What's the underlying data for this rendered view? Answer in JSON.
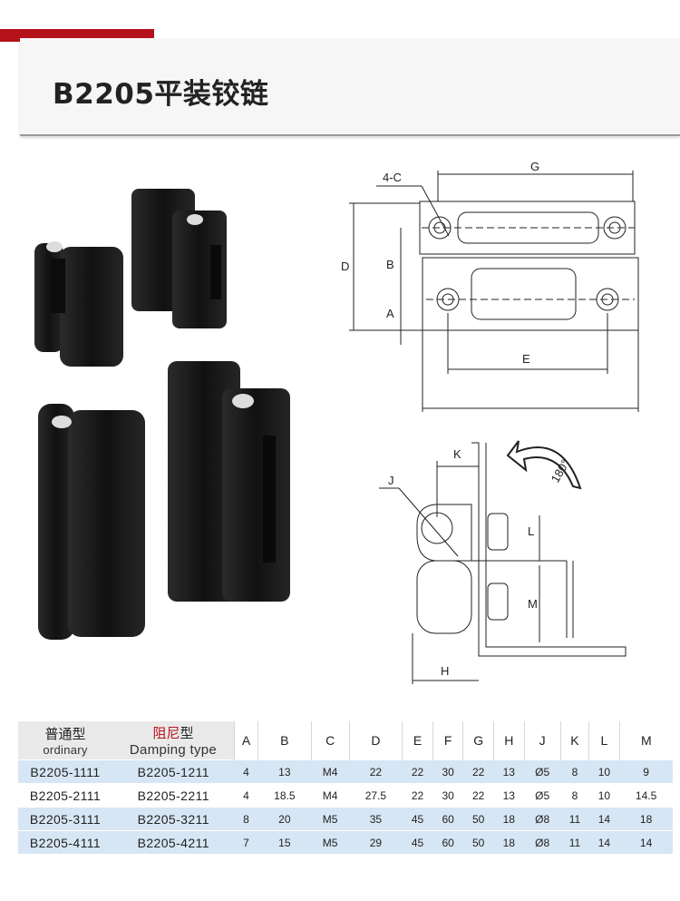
{
  "header": {
    "title": "B2205平装铰链"
  },
  "drawing": {
    "labels": {
      "g": "G",
      "four_c": "4-C",
      "d": "D",
      "b": "B",
      "a": "A",
      "e": "E",
      "k": "K",
      "j": "J",
      "l": "L",
      "m": "M",
      "h": "H",
      "rotation": "180°"
    }
  },
  "table": {
    "ordinary_cn": "普通型",
    "ordinary_en": "ordinary",
    "damping_cn_hl": "阻尼",
    "damping_cn_rest": "型",
    "damping_en": "Damping type",
    "columns": [
      "A",
      "B",
      "C",
      "D",
      "E",
      "F",
      "G",
      "H",
      "J",
      "K",
      "L",
      "M"
    ],
    "rows": [
      {
        "ordinary": "B2205-1111",
        "damping": "B2205-1211",
        "values": [
          "4",
          "13",
          "M4",
          "22",
          "22",
          "30",
          "22",
          "13",
          "Ø5",
          "8",
          "10",
          "9"
        ]
      },
      {
        "ordinary": "B2205-2111",
        "damping": "B2205-2211",
        "values": [
          "4",
          "18.5",
          "M4",
          "27.5",
          "22",
          "30",
          "22",
          "13",
          "Ø5",
          "8",
          "10",
          "14.5"
        ]
      },
      {
        "ordinary": "B2205-3111",
        "damping": "B2205-3211",
        "values": [
          "8",
          "20",
          "M5",
          "35",
          "45",
          "60",
          "50",
          "18",
          "Ø8",
          "11",
          "14",
          "18"
        ]
      },
      {
        "ordinary": "B2205-4111",
        "damping": "B2205-4211",
        "values": [
          "7",
          "15",
          "M5",
          "29",
          "45",
          "60",
          "50",
          "18",
          "Ø8",
          "11",
          "14",
          "14"
        ]
      }
    ]
  }
}
